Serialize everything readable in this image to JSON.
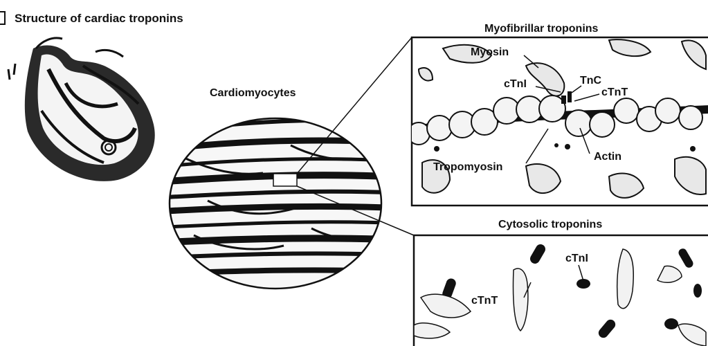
{
  "figure": {
    "title": "Structure of cardiac troponins",
    "cardiomyocytes_label": "Cardiomyocytes",
    "myofibrillar": {
      "title": "Myofibrillar troponins",
      "labels": {
        "myosin": "Myosin",
        "tnc": "TnC",
        "ctni": "cTnI",
        "ctnt": "cTnT",
        "actin": "Actin",
        "tropomyosin": "Tropomyosin"
      }
    },
    "cytosolic": {
      "title": "Cytosolic troponins",
      "labels": {
        "ctni": "cTnI",
        "ctnt": "cTnT"
      }
    }
  }
}
